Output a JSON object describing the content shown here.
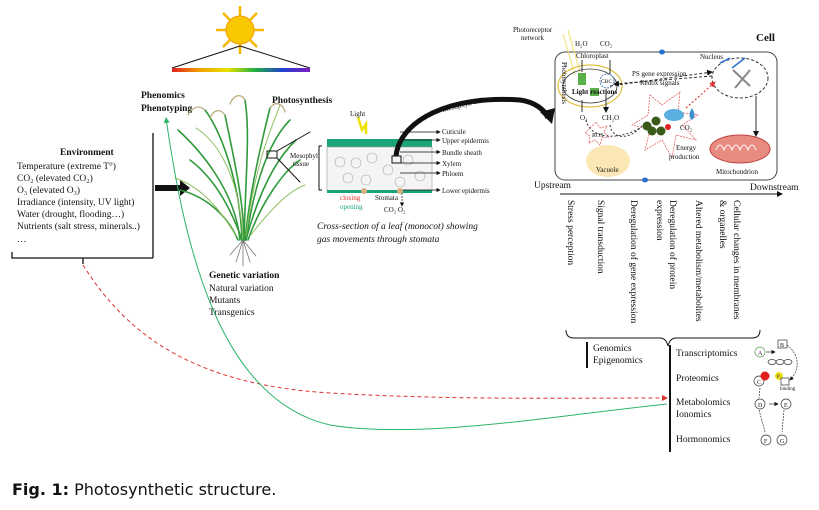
{
  "environment": {
    "title": "Environment",
    "items": [
      "Temperature  (extreme T°)",
      "CO₂ (elevated CO₂)",
      "O₃ (elevated O₃)",
      "Irradiance  (intensity,  UV light)",
      "Water  (drought,  flooding…)",
      "Nutrients  (salt stress,  minerals..)",
      "…"
    ]
  },
  "phenomics": [
    "Phenomics",
    "Phenotyping"
  ],
  "photosynthesis_label": "Photosynthesis",
  "mesophyll_tissue": [
    "Mesophyll",
    "tissue"
  ],
  "genetic": {
    "title": "Genetic variation",
    "items": [
      "Natural variation",
      "Mutants",
      "Transgenics"
    ]
  },
  "leaf": {
    "light": "Light",
    "labels": [
      "Cuticule",
      "Upper epidermis",
      "Bundle sheath",
      "Xylem",
      "Phloem",
      "Lower epidermis"
    ],
    "mesophyll_cell": "Mesophyll cell",
    "closing": "closing",
    "opening": "opening",
    "stomata": "Stomata",
    "gases": "CO₂  O₂",
    "caption": [
      "Cross-section of a leaf (monocot) showing",
      "gas movements through stomata"
    ]
  },
  "cell": {
    "title": "Cell",
    "photoreceptor": [
      "Photoreceptor",
      "network"
    ],
    "h2o": "H₂O",
    "co2_in": "CO₂",
    "chloroplast": "Chloroplast",
    "photosynthesis_side": "Photosynthesis",
    "cbc": "CBC",
    "light_reactions": "Light reactions",
    "o2": "O₂",
    "ch2o": "CH₂O",
    "ros": "ROS",
    "nucleus": "Nucleus",
    "ps_gene": "PS gene expression",
    "redox": "Redox signals",
    "co2": "CO₂",
    "energy": [
      "Energy",
      "production"
    ],
    "vacuole": "Vacuole",
    "mitochondrion": "Mitochondrion"
  },
  "flow": {
    "upstream": "Upstream",
    "downstream": "Downstream",
    "steps": [
      [
        "Stress perception"
      ],
      [
        "Signal transduction"
      ],
      [
        "Deregulation  of gene expression"
      ],
      [
        "expression",
        "Deregulation  of protein"
      ],
      [
        "Altered metabolism/metabolites"
      ],
      [
        "& organelles",
        "Cellular changes in membranes"
      ]
    ]
  },
  "omics": {
    "genomics": [
      "Genomics",
      "Epigenomics"
    ],
    "levels": [
      "Transcriptomics",
      "Proteomics",
      "Metabolomics",
      "Ionomics",
      "Hormonomics"
    ],
    "network_nodes": [
      "A",
      "B",
      "C",
      "D",
      "E",
      "F",
      "G"
    ],
    "network_p": "P",
    "binding": "binding"
  },
  "figure": {
    "label": "Fig. 1:",
    "title": "Photosynthetic structure."
  },
  "colors": {
    "green_arrow": "#2db36b",
    "red_arrow": "#e03030",
    "sun": "#f5b800",
    "leaf_green": "#1aa57a"
  }
}
